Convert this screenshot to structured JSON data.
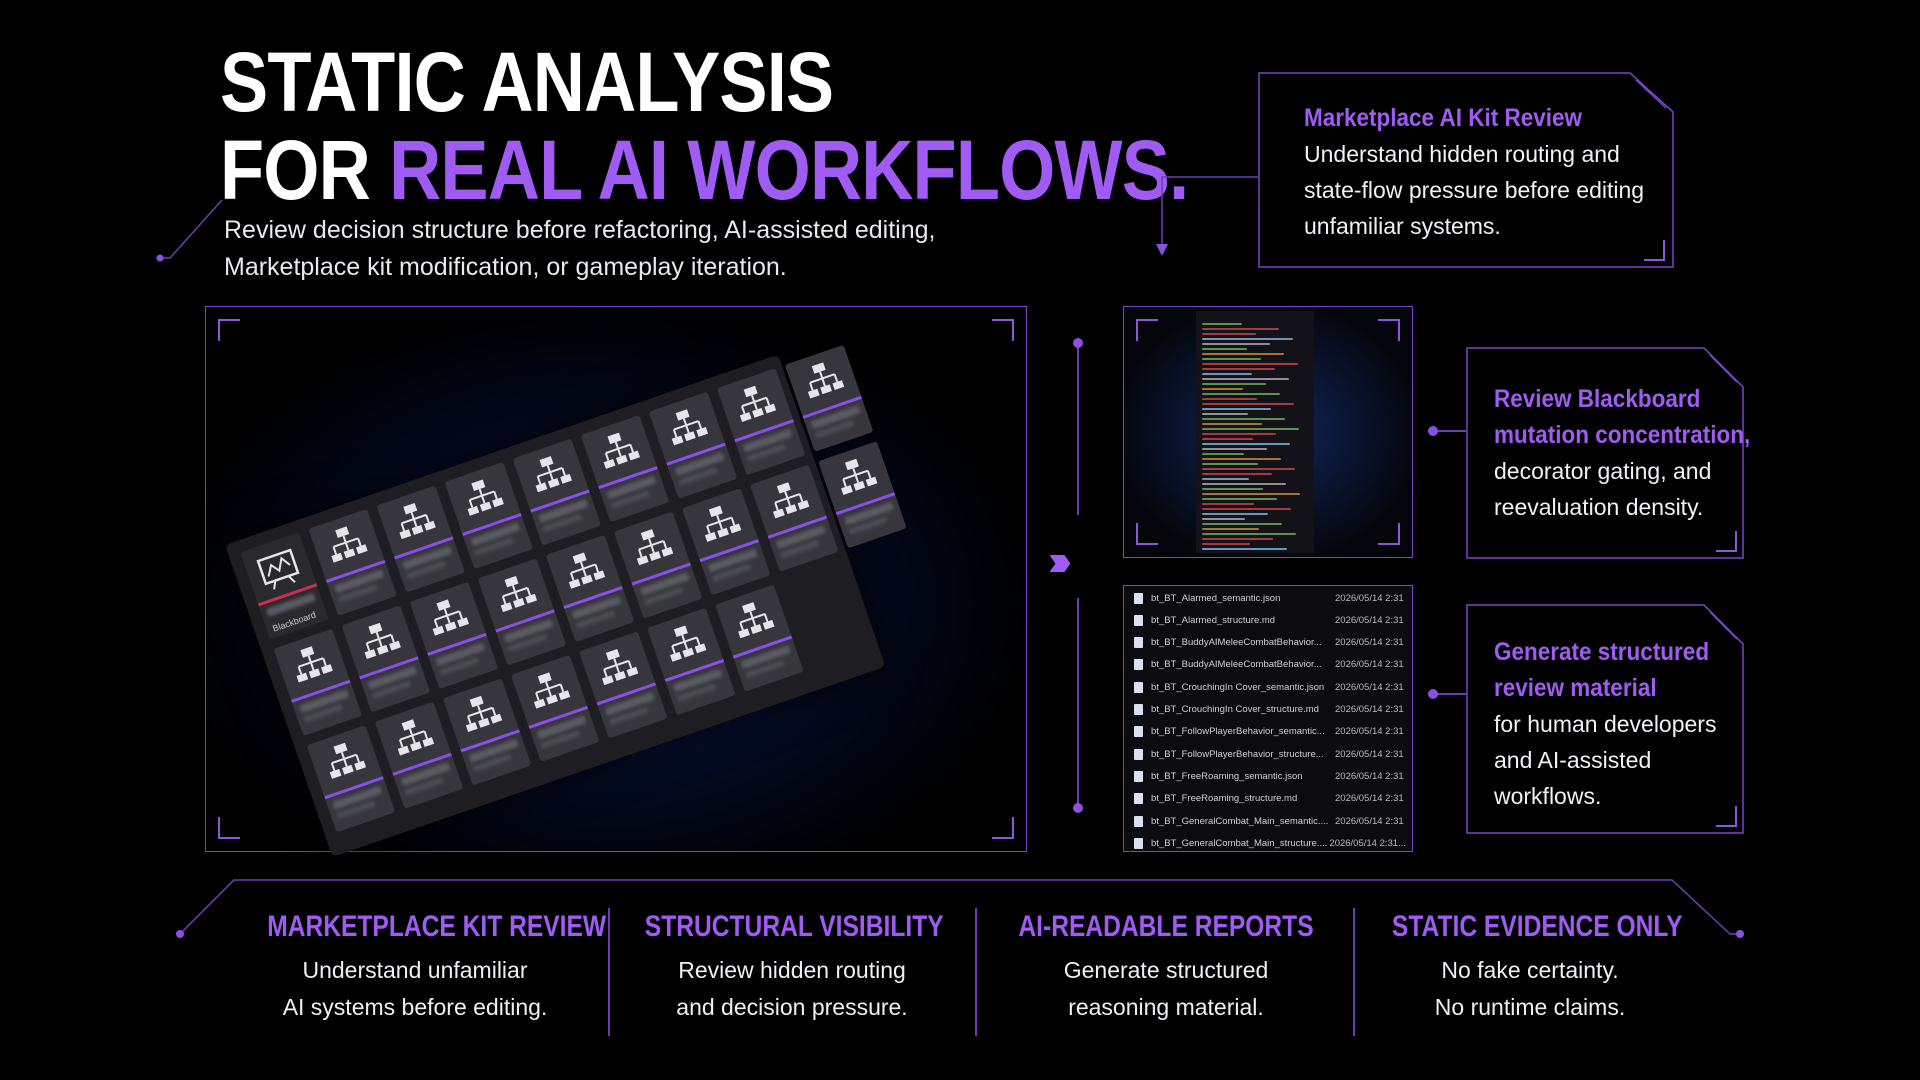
{
  "headline": {
    "line1": "STATIC ANALYSIS",
    "line2_prefix": "FOR ",
    "line2_accent": "REAL AI WORKFLOWS."
  },
  "subtitle": {
    "line1": "Review decision structure before refactoring, AI-assisted editing,",
    "line2": "Marketplace kit modification, or gameplay iteration."
  },
  "colors": {
    "accent": "#a05cf2",
    "frame": "#7a45c8",
    "background": "#000000",
    "glow": "#1946af"
  },
  "asset_grid": {
    "blackboard_label": "Blackboard",
    "tile_icon": "behavior-tree-icon",
    "blackboard_icon": "blackboard-icon"
  },
  "flow_icon": "triple-chevron-right-icon",
  "file_list": [
    {
      "name": "bt_BT_Alarmed_semantic.json",
      "date": "2026/05/14 2:31"
    },
    {
      "name": "bt_BT_Alarmed_structure.md",
      "date": "2026/05/14 2:31"
    },
    {
      "name": "bt_BT_BuddyAIMeleeCombatBehavior...",
      "date": "2026/05/14 2:31"
    },
    {
      "name": "bt_BT_BuddyAIMeleeCombatBehavior...",
      "date": "2026/05/14 2:31"
    },
    {
      "name": "bt_BT_CrouchingIn Cover_semantic.json",
      "date": "2026/05/14 2:31"
    },
    {
      "name": "bt_BT_CrouchingIn Cover_structure.md",
      "date": "2026/05/14 2:31"
    },
    {
      "name": "bt_BT_FollowPlayerBehavior_semantic...",
      "date": "2026/05/14 2:31"
    },
    {
      "name": "bt_BT_FollowPlayerBehavior_structure...",
      "date": "2026/05/14 2:31"
    },
    {
      "name": "bt_BT_FreeRoaming_semantic.json",
      "date": "2026/05/14 2:31"
    },
    {
      "name": "bt_BT_FreeRoaming_structure.md",
      "date": "2026/05/14 2:31"
    },
    {
      "name": "bt_BT_GeneralCombat_Main_semantic....",
      "date": "2026/05/14 2:31"
    },
    {
      "name": "bt_BT_GeneralCombat_Main_structure....",
      "date": "2026/05/14 2:31..."
    }
  ],
  "cards": {
    "kit_review": {
      "title": "Marketplace AI Kit Review",
      "lines": [
        "Understand hidden routing and",
        "state-flow pressure before editing",
        "unfamiliar systems."
      ]
    },
    "blackboard": {
      "accent_lines": [
        "Review Blackboard",
        "mutation concentration,"
      ],
      "lines": [
        "decorator gating, and",
        "reevaluation density."
      ]
    },
    "structured": {
      "accent_lines": [
        "Generate structured",
        "review material"
      ],
      "lines": [
        "for human developers",
        "and AI-assisted",
        "workflows."
      ]
    }
  },
  "features": [
    {
      "title": "MARKETPLACE KIT REVIEW",
      "line1": "Understand unfamiliar",
      "line2": "AI systems before editing."
    },
    {
      "title": "STRUCTURAL VISIBILITY",
      "line1": "Review hidden routing",
      "line2": "and decision pressure."
    },
    {
      "title": "AI-READABLE REPORTS",
      "line1": "Generate structured",
      "line2": "reasoning material."
    },
    {
      "title": "STATIC EVIDENCE ONLY",
      "line1": "No fake certainty.",
      "line2": "No runtime claims."
    }
  ]
}
